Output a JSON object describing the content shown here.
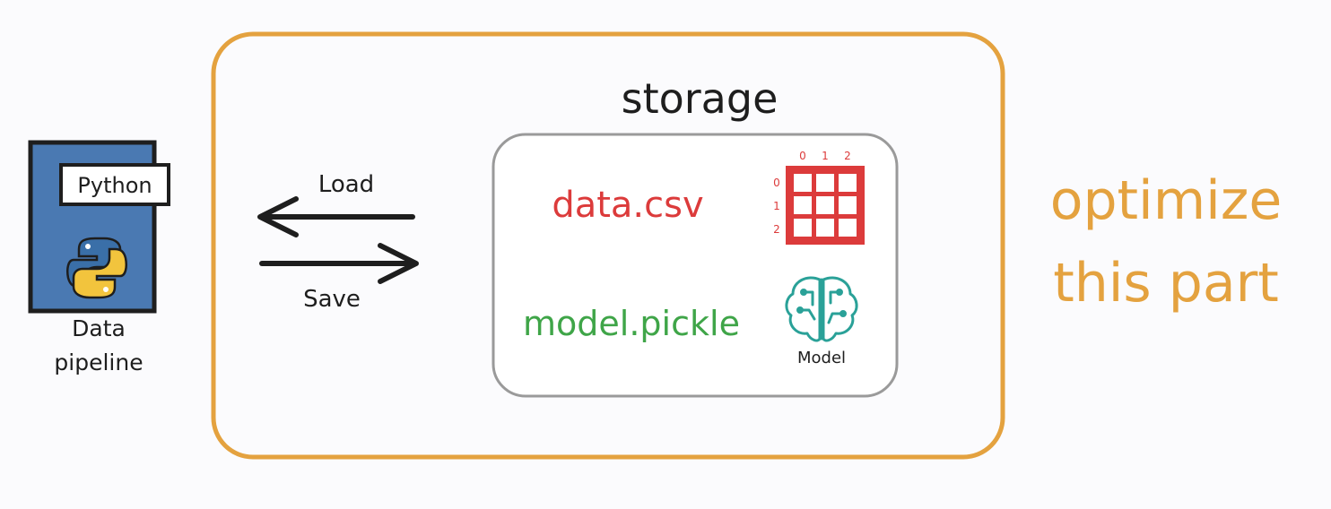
{
  "pipeline": {
    "badge": "Python",
    "label_line1": "Data",
    "label_line2": "pipeline",
    "icon": "python-logo-icon"
  },
  "arrows": {
    "load_label": "Load",
    "save_label": "Save"
  },
  "storage": {
    "title": "storage",
    "data_file": "data.csv",
    "model_file": "model.pickle",
    "table_icon": "grid-table-icon",
    "table_col_headers": [
      "0",
      "1",
      "2"
    ],
    "table_row_headers": [
      "0",
      "1",
      "2"
    ],
    "model_icon": "brain-circuit-icon",
    "model_caption": "Model"
  },
  "note": {
    "line1": "optimize",
    "line2": "this part"
  },
  "colors": {
    "frame": "#e4a23f",
    "pipeline_fill": "#4a79b2",
    "data_file": "#dc3b3b",
    "model_file": "#3fa548",
    "model_icon": "#2aa198",
    "storage_border": "#9a9a9a",
    "ink": "#1e1e1e"
  }
}
